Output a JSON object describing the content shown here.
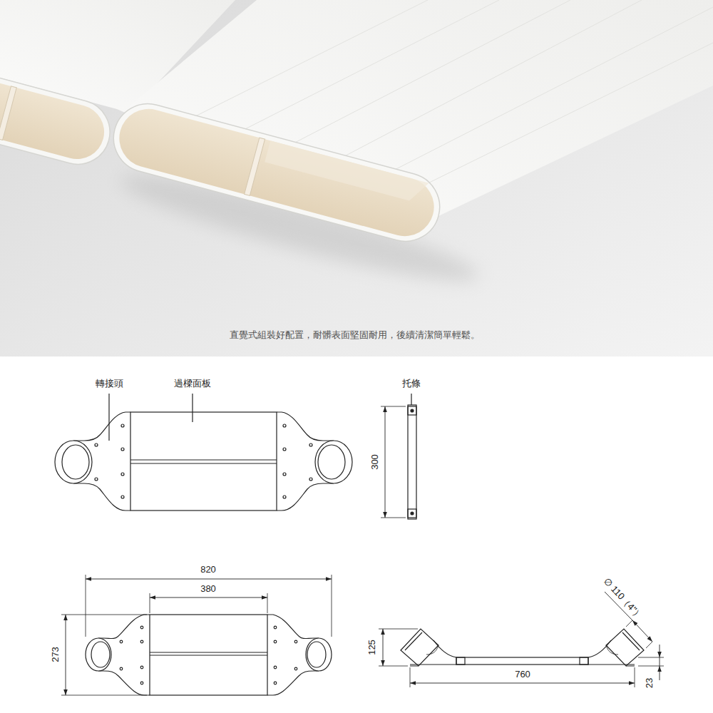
{
  "diagram": {
    "caption": "直覺式組裝好配置，耐髒表面堅固耐用，後續清潔簡單輕鬆。",
    "labels": [
      "轉接頭",
      "過樑面板",
      "托條",
      "300",
      "820",
      "380",
      "273",
      "125",
      "760",
      "23",
      "∅ 110（4\"）"
    ]
  }
}
